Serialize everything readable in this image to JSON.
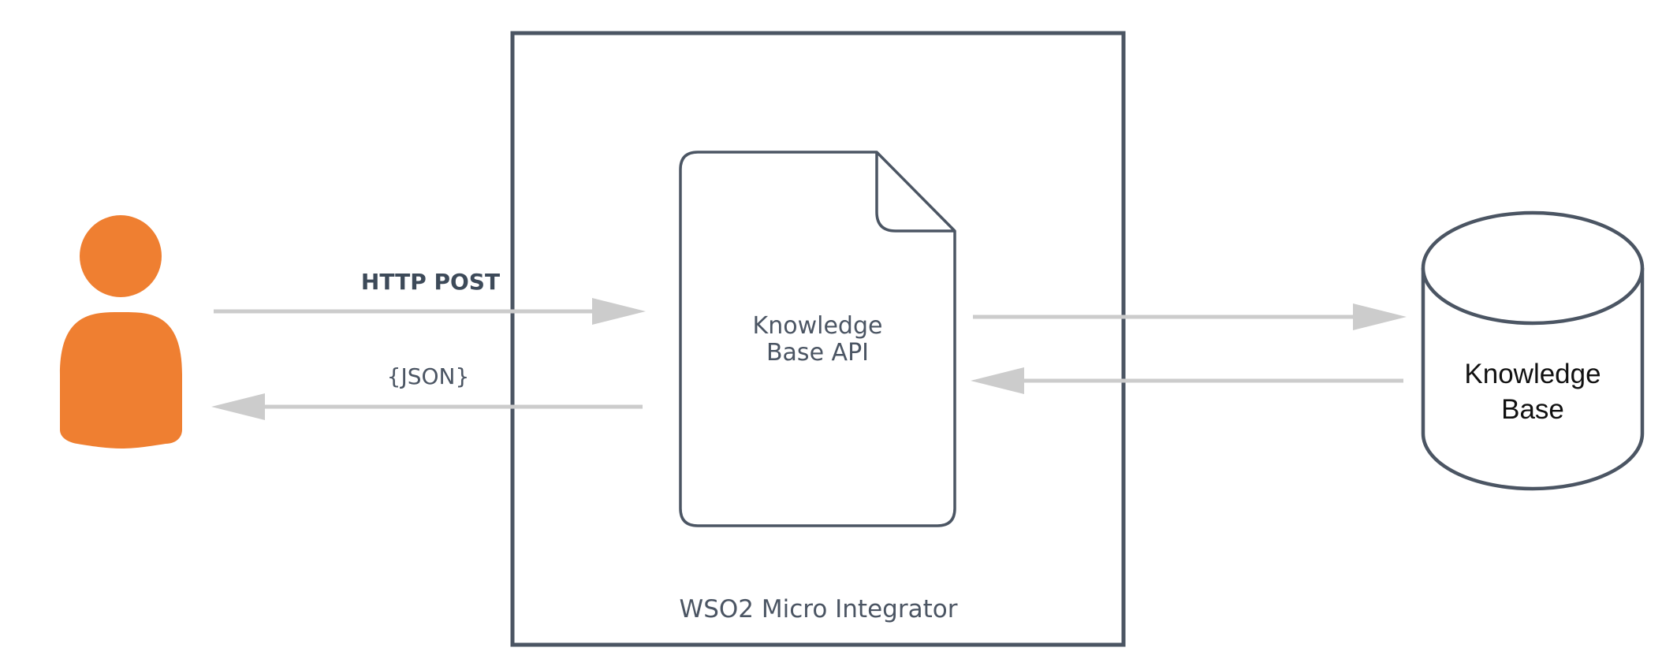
{
  "diagram": {
    "user": {
      "icon": "user-icon",
      "color": "#ef7f31"
    },
    "container": {
      "label": "WSO2 Micro Integrator",
      "stroke": "#4b5563"
    },
    "api": {
      "label_line1": "Knowledge",
      "label_line2": "Base API"
    },
    "database": {
      "label_line1": "Knowledge",
      "label_line2": "Base"
    },
    "arrows": {
      "request_label": "HTTP POST",
      "response_label": "{JSON}",
      "color": "#cccccc"
    }
  }
}
